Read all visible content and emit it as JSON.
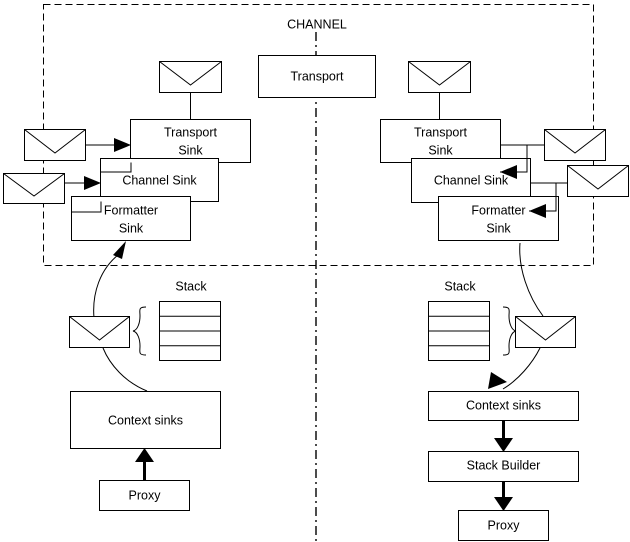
{
  "diagram": {
    "title": "CHANNEL",
    "channel_region_label": "CHANNEL",
    "divider_name": "client-server-divider"
  },
  "nodes": {
    "transport": {
      "label": "Transport"
    },
    "left": {
      "transport_sink": {
        "label_line1": "Transport",
        "label_line2": "Sink"
      },
      "channel_sink": {
        "label": "Channel Sink"
      },
      "formatter_sink": {
        "label_line1": "Formatter",
        "label_line2": "Sink"
      },
      "stack_label": "Stack",
      "context_sinks": {
        "label": "Context sinks"
      },
      "proxy": {
        "label": "Proxy"
      }
    },
    "right": {
      "transport_sink": {
        "label_line1": "Transport",
        "label_line2": "Sink"
      },
      "channel_sink": {
        "label": "Channel Sink"
      },
      "formatter_sink": {
        "label_line1": "Formatter",
        "label_line2": "Sink"
      },
      "stack_label": "Stack",
      "context_sinks": {
        "label": "Context sinks"
      },
      "stack_builder": {
        "label": "Stack Builder"
      },
      "proxy": {
        "label": "Proxy"
      }
    }
  },
  "stacks": {
    "rows": 4
  },
  "icons": {
    "envelope": "envelope-icon",
    "arrow": "arrow-head-icon",
    "brace": "curly-brace-icon"
  },
  "colors": {
    "stroke": "#000000",
    "fill": "#ffffff",
    "background": "#ffffff"
  }
}
